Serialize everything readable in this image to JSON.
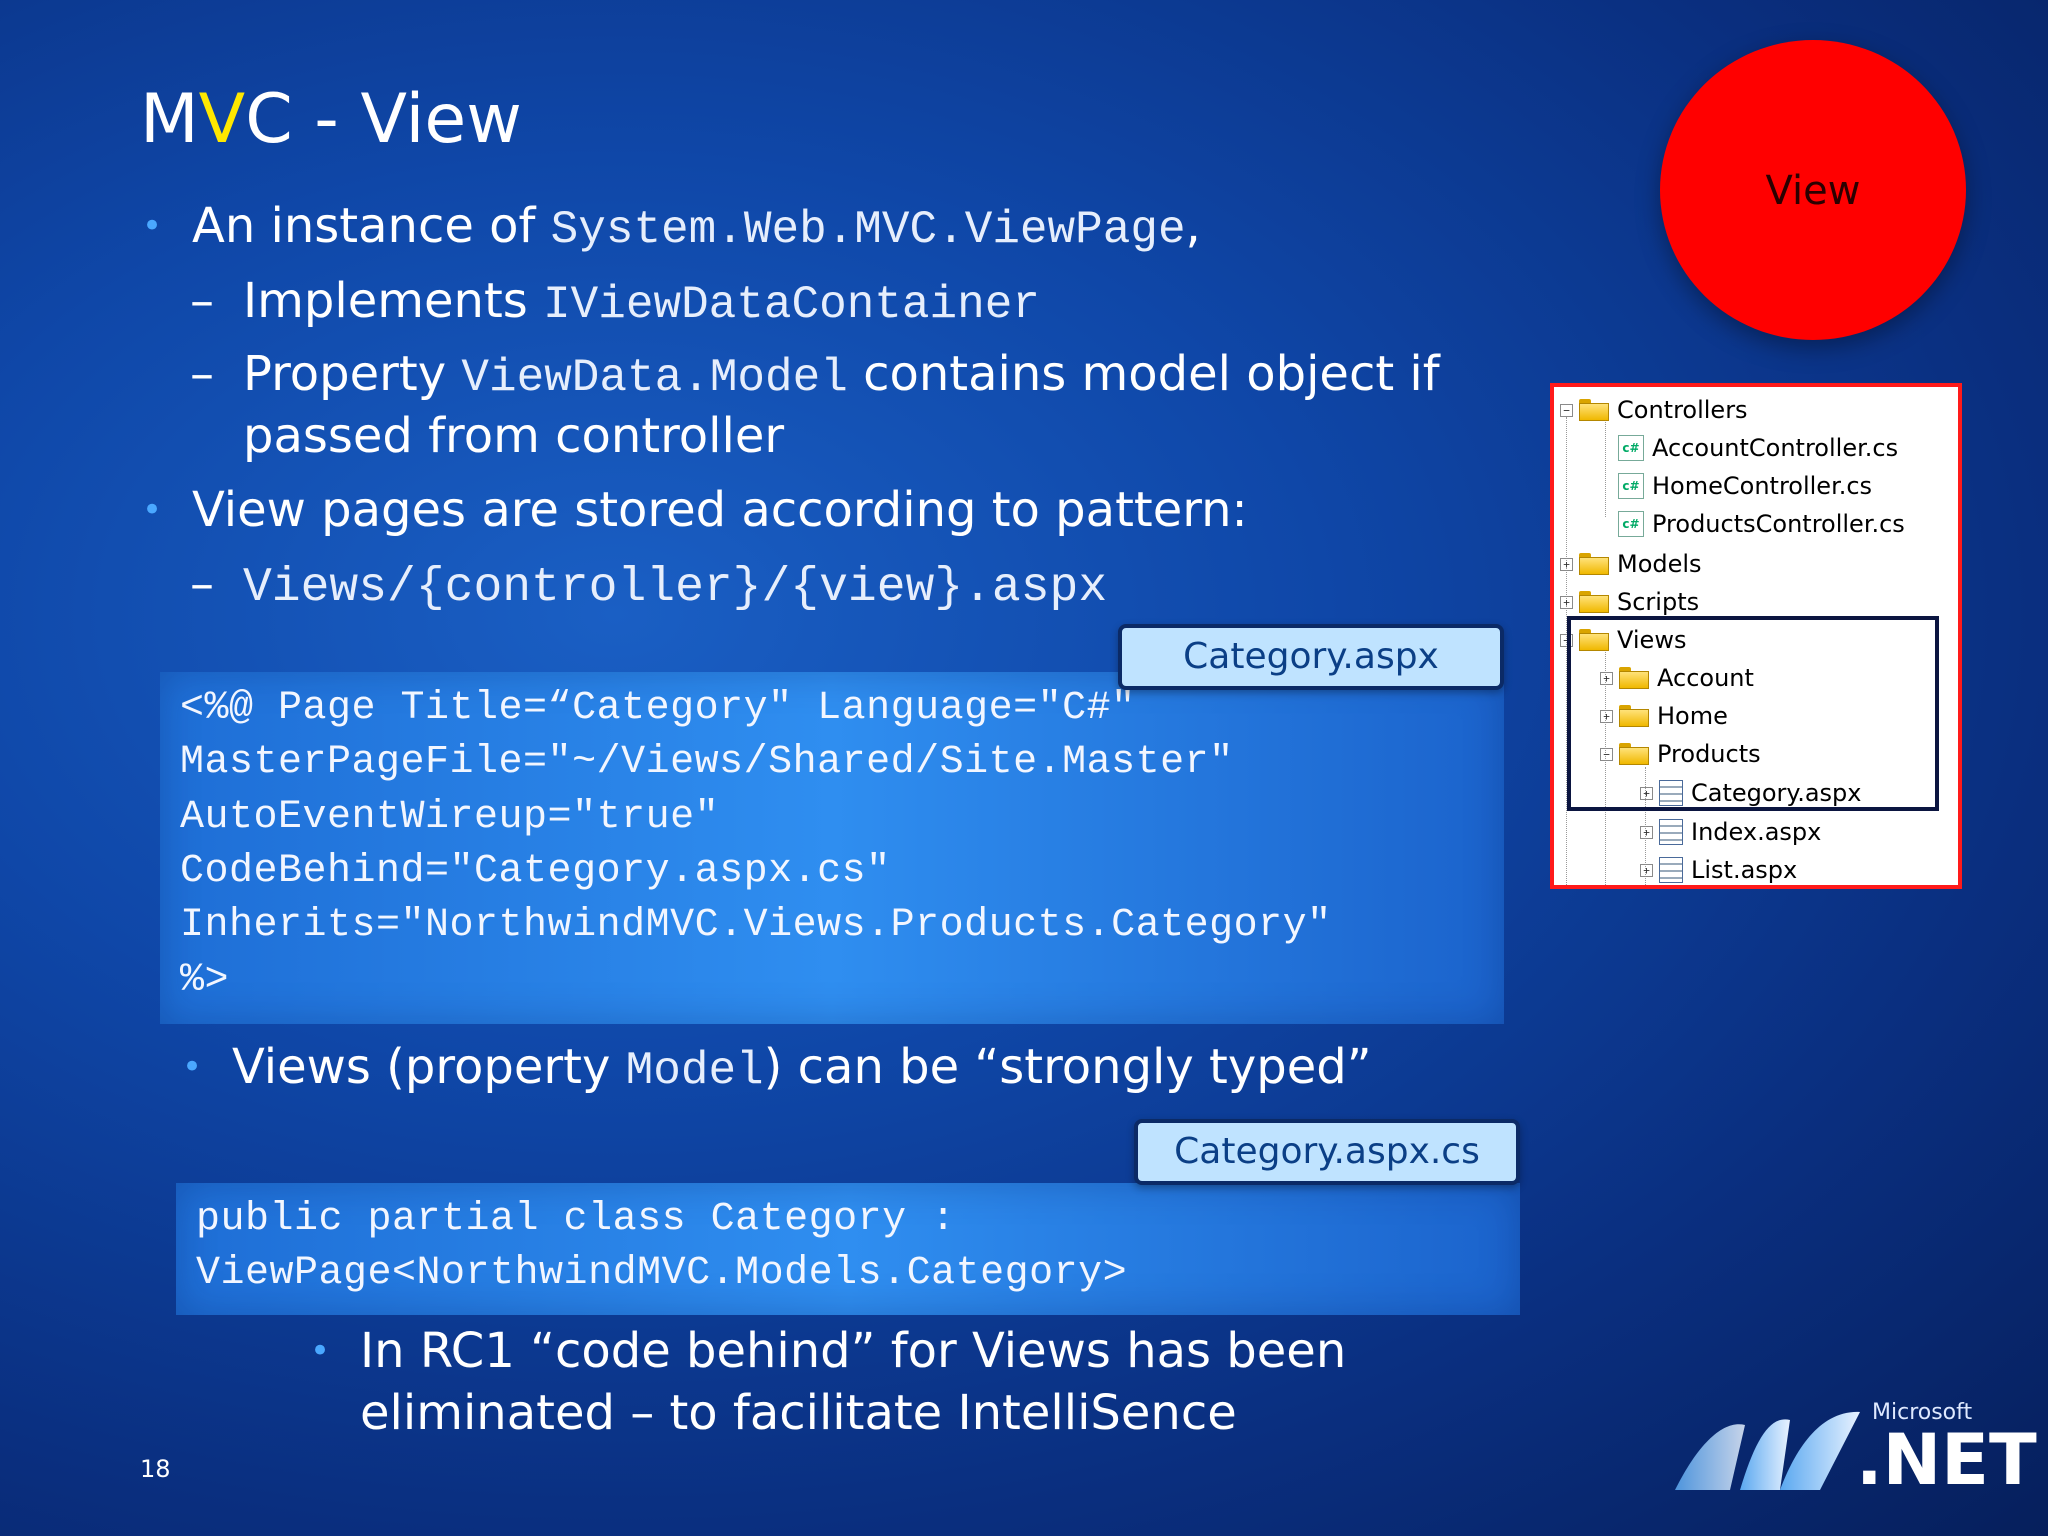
{
  "slide": {
    "title_pre": "M",
    "title_accent": "V",
    "title_post": "C - View",
    "page_number": "18"
  },
  "bullets": {
    "b1_text": "An instance of ",
    "b1_code": "System.Web.MVC.ViewPage",
    "b1_suffix": ",",
    "s1_text": "Implements ",
    "s1_code": "IViewDataContainer",
    "s2_text": "Property ",
    "s2_code": "ViewData.Model",
    "s2_suffix": " contains model object if",
    "s2_cont": "passed from controller",
    "b2_text": "View pages are stored according to pattern:",
    "s3_code": "Views/{controller}/{view}.aspx",
    "b3_text_pre": "Views (property ",
    "b3_code": "Model",
    "b3_text_post": ") can be “strongly typed”",
    "b4_line1": "In RC1 “code behind” for Views has been",
    "b4_line2": "eliminated – to facilitate IntelliSence"
  },
  "circle": {
    "label": "View",
    "color": "#ff0000"
  },
  "code1": {
    "tag": "Category.aspx",
    "lines": [
      "<%@ Page Title=“Category\" Language=\"C#\"",
      "MasterPageFile=\"~/Views/Shared/Site.Master\"",
      "AutoEventWireup=\"true\"",
      "CodeBehind=\"Category.aspx.cs\"",
      "Inherits=\"NorthwindMVC.Views.Products.Category\"",
      "%>"
    ]
  },
  "code2": {
    "tag": "Category.aspx.cs",
    "lines": [
      "public partial class Category :",
      "ViewPage<NorthwindMVC.Models.Category>"
    ]
  },
  "tree": {
    "items": [
      {
        "label": "Controllers",
        "icon": "folder-open-icon",
        "exp": "−"
      },
      {
        "label": "AccountController.cs",
        "icon": "csharp-file-icon",
        "exp": ""
      },
      {
        "label": "HomeController.cs",
        "icon": "csharp-file-icon",
        "exp": ""
      },
      {
        "label": "ProductsController.cs",
        "icon": "csharp-file-icon",
        "exp": ""
      },
      {
        "label": "Models",
        "icon": "folder-icon",
        "exp": "+"
      },
      {
        "label": "Scripts",
        "icon": "folder-icon",
        "exp": "+"
      },
      {
        "label": "Views",
        "icon": "folder-open-icon",
        "exp": "−"
      },
      {
        "label": "Account",
        "icon": "folder-icon",
        "exp": "+"
      },
      {
        "label": "Home",
        "icon": "folder-icon",
        "exp": "+"
      },
      {
        "label": "Products",
        "icon": "folder-open-icon",
        "exp": "−"
      },
      {
        "label": "Category.aspx",
        "icon": "aspx-file-icon",
        "exp": "+"
      },
      {
        "label": "Index.aspx",
        "icon": "aspx-file-icon",
        "exp": "+"
      },
      {
        "label": "List.aspx",
        "icon": "aspx-file-icon",
        "exp": "+"
      }
    ]
  },
  "logo": {
    "brand": "Microsoft",
    "product": ".NET"
  }
}
